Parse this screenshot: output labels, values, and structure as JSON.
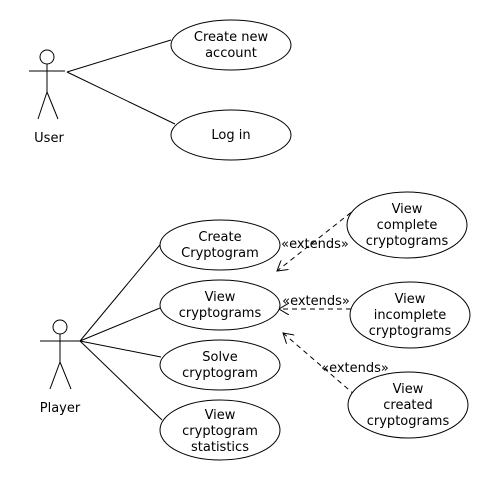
{
  "actors": {
    "user": {
      "label": "User"
    },
    "player": {
      "label": "Player"
    }
  },
  "use_cases": {
    "create_account": [
      "Create new",
      "account"
    ],
    "log_in": [
      "Log in"
    ],
    "create_cryptogram": [
      "Create",
      "Cryptogram"
    ],
    "view_cryptograms": [
      "View",
      "cryptograms"
    ],
    "solve_cryptogram": [
      "Solve",
      "cryptogram"
    ],
    "view_statistics": [
      "View",
      "cryptogram",
      "statistics"
    ],
    "view_complete": [
      "View",
      "complete",
      "cryptograms"
    ],
    "view_incomplete": [
      "View",
      "incomplete",
      "cryptograms"
    ],
    "view_created": [
      "View",
      "created",
      "cryptograms"
    ]
  },
  "relations": {
    "extends_label": "«extends»"
  }
}
